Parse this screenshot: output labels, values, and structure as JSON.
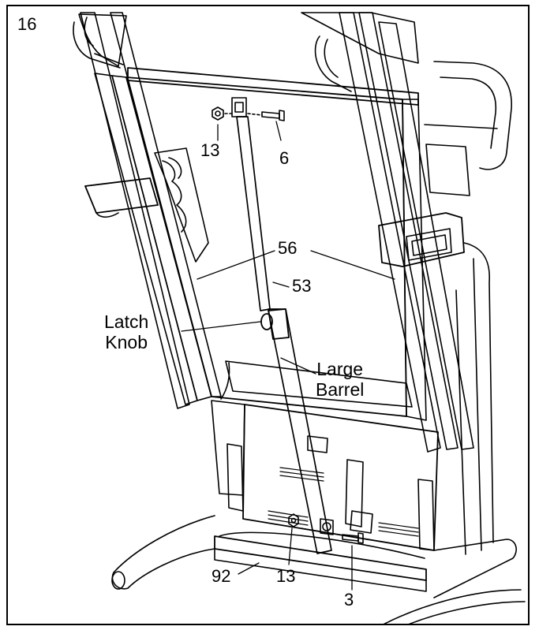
{
  "step_number": "16",
  "callouts": {
    "part_13_top": "13",
    "part_6": "6",
    "part_56": "56",
    "part_53": "53",
    "latch_knob": "Latch\nKnob",
    "large_barrel": "Large\nBarrel",
    "part_92": "92",
    "part_13_bottom": "13",
    "part_3": "3"
  },
  "colors": {
    "line": "#000000",
    "background": "#ffffff"
  }
}
